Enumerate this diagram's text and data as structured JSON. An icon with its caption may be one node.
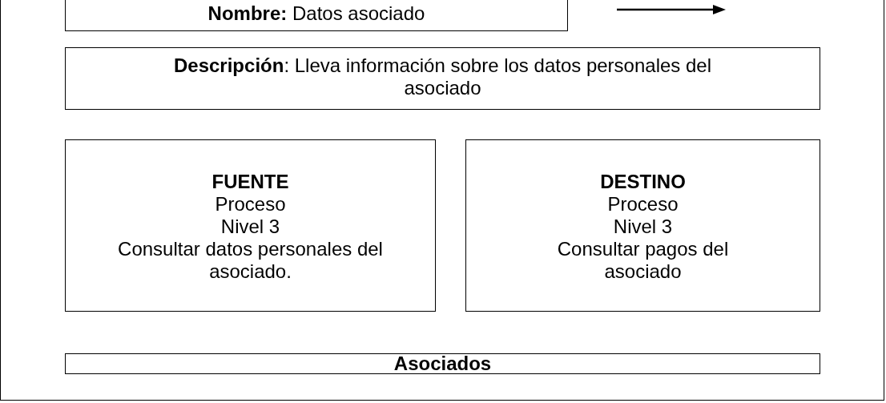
{
  "diagram": {
    "nodes": [
      {
        "text": [],
        "shape": "box"
      },
      {
        "text": [
          "**Nombre:** Datos asociado"
        ],
        "in": 0
      },
      {
        "text": [
          "**Descripción**: Lleva información sobre los datos personales del asociado"
        ],
        "in": 0
      },
      {
        "text": [
          "FUENTE",
          "Proceso",
          "Nivel 3",
          "Consultar datos personales del asociado."
        ],
        "in": 0
      },
      {
        "text": [
          "DESTINO",
          "Proceso",
          "Nivel 3",
          "Consultar pagos del asociado"
        ],
        "in": 0
      },
      {
        "text": [
          "Asociados"
        ],
        "in": 0
      }
    ]
  }
}
